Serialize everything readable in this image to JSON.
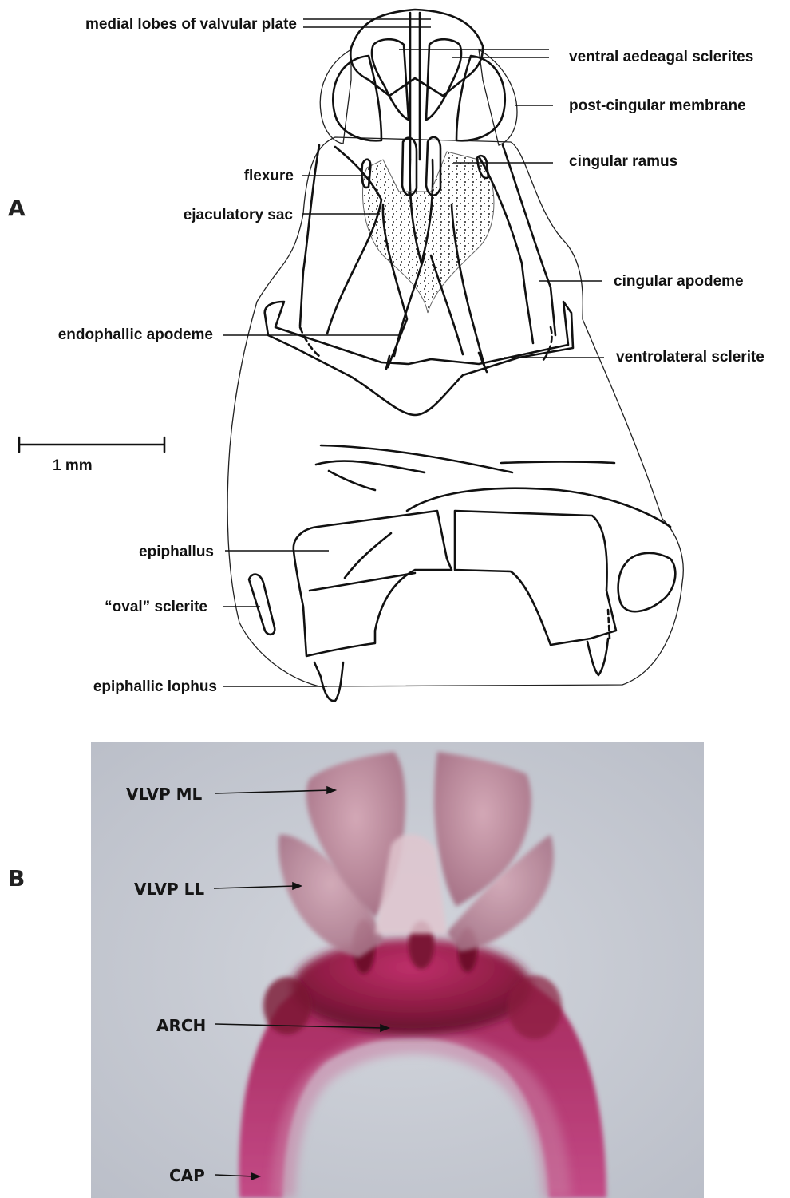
{
  "panel_a": {
    "letter": "A",
    "labels": {
      "medial_lobes": "medial lobes of valvular plate",
      "ventral_aedeagal": "ventral aedeagal sclerites",
      "post_cingular": "post-cingular membrane",
      "cingular_ramus": "cingular ramus",
      "flexure": "flexure",
      "ejaculatory_sac": "ejaculatory sac",
      "cingular_apodeme": "cingular apodeme",
      "endophallic_apodeme": "endophallic apodeme",
      "ventrolateral_sclerite": "ventrolateral sclerite",
      "epiphallus": "epiphallus",
      "oval_sclerite": "“oval” sclerite",
      "epiphallic_lophus": "epiphallic lophus"
    },
    "scale_bar_label": "1 mm"
  },
  "panel_b": {
    "letter": "B",
    "labels": {
      "vlvp_ml": "VLVP ML",
      "vlvp_ll": "VLVP LL",
      "arch": "ARCH",
      "cap": "CAP"
    }
  },
  "colors": {
    "sclerite_fill": "#8a8a8a",
    "photo_background": "#c6cad2",
    "tissue_pink": "#b06a86",
    "tissue_dark": "#7a1838",
    "tissue_magenta": "#b8286a"
  }
}
